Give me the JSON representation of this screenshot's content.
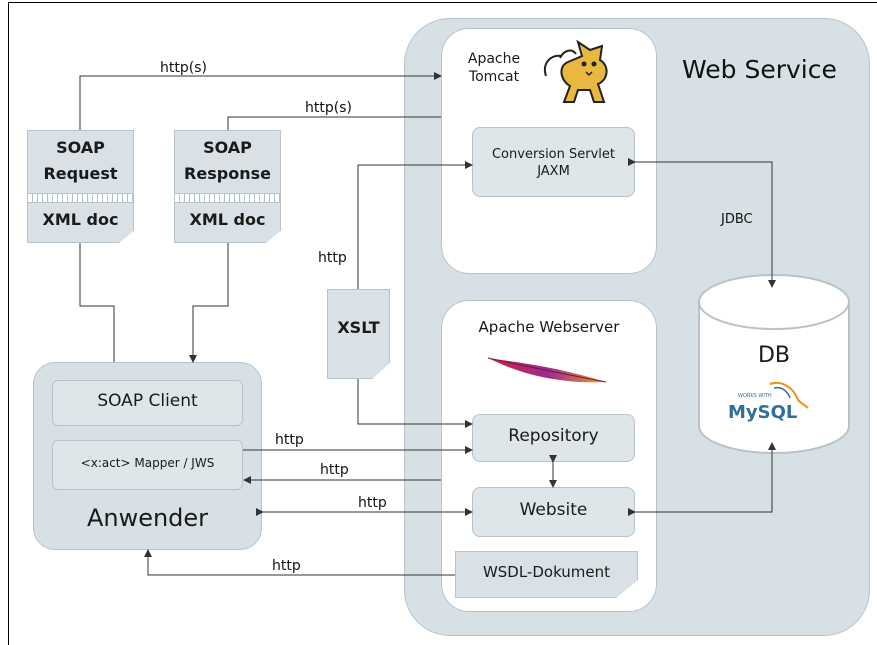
{
  "web_service": {
    "title": "Web Service"
  },
  "tomcat": {
    "label_line1": "Apache",
    "label_line2": "Tomcat",
    "servlet_line1": "Conversion Servlet",
    "servlet_line2": "JAXM"
  },
  "webserver": {
    "title": "Apache Webserver",
    "repository": "Repository",
    "website": "Website",
    "wsdl": "WSDL-Dokument"
  },
  "database": {
    "label": "DB",
    "badge_small": "WORKS WITH",
    "badge_logo": "MySQL"
  },
  "soap_request": {
    "line1": "SOAP",
    "line2": "Request",
    "doc": "XML doc"
  },
  "soap_response": {
    "line1": "SOAP",
    "line2": "Response",
    "doc": "XML doc"
  },
  "xslt": {
    "label": "XSLT"
  },
  "client": {
    "soap_client": "SOAP Client",
    "mapper": "<x:act> Mapper / JWS",
    "title": "Anwender"
  },
  "connections": {
    "request_to_tomcat": "http(s)",
    "tomcat_to_response": "http(s)",
    "xslt_link": "http",
    "jdbc": "JDBC",
    "mapper_to_repository": "http",
    "webservice_to_mapper": "http",
    "anwender_website": "http",
    "wsdl_to_anwender": "http"
  },
  "colors": {
    "panel": "#d7e0e5",
    "box": "#dfe6ea",
    "border": "#b7c3cb",
    "line": "#333333"
  }
}
